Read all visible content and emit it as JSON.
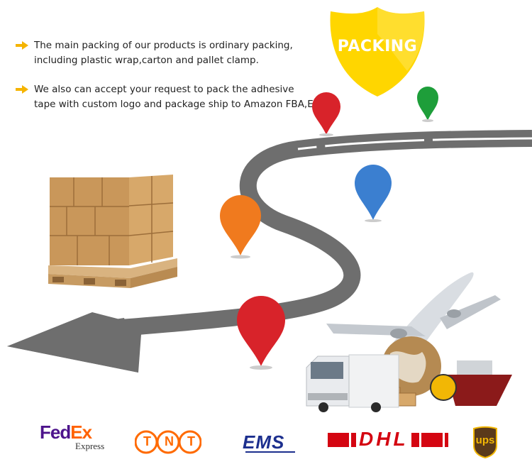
{
  "bullets": [
    {
      "line1": "The main packing of our products is ordinary packing,",
      "line2": "including plastic wrap,carton and pallet clamp."
    },
    {
      "line1": "We also can accept your request to pack the adhesive",
      "line2": "tape with custom logo and package ship to Amazon FBA,Ebay!"
    }
  ],
  "badge": {
    "label": "PACKING",
    "color": "#FFD600"
  },
  "pins": [
    {
      "name": "red",
      "color": "#D8232A"
    },
    {
      "name": "green",
      "color": "#1E9E3A"
    },
    {
      "name": "blue",
      "color": "#3B7FD0"
    },
    {
      "name": "orange",
      "color": "#F07A1E"
    }
  ],
  "icons": [
    "arrow-right-icon",
    "map-pin-icon",
    "shipping-truck-icon",
    "airplane-icon",
    "globe-icon",
    "pallet-boxes-icon"
  ],
  "logos": {
    "fedex_fed": "Fed",
    "fedex_ex": "Ex",
    "fedex_sub": "Express",
    "tnt": "TNT",
    "ems": "EMS",
    "dhl": "DHL",
    "ups": "ups"
  }
}
